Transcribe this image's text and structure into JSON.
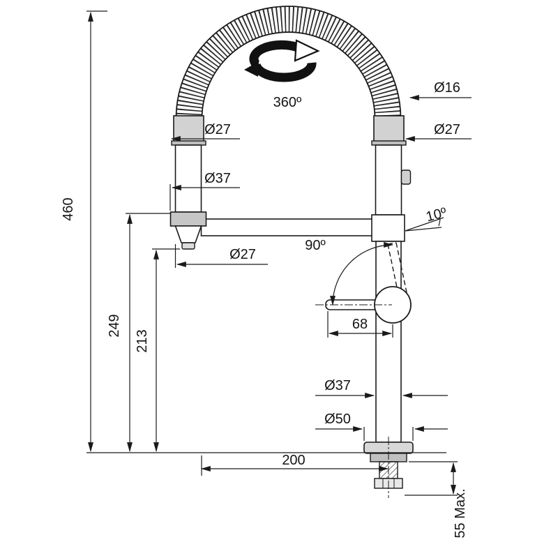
{
  "page": {
    "background": "#ffffff",
    "line_color": "#1a1a1a",
    "fill_light": "#d2d2d2",
    "fill_mid": "#c0c0c0"
  },
  "drawing": {
    "type": "technical-dimension-diagram",
    "subject": "kitchen-faucet-with-spring-spout",
    "labels": {
      "total_height": "460",
      "spout_height": "249",
      "outlet_height": "213",
      "reach": "200",
      "lever_length": "68",
      "deck_max": "55 Max.",
      "hose_diameter": "Ø16",
      "column_diameter": "Ø27",
      "head_diameter": "Ø27",
      "holder_diameter": "Ø37",
      "outlet_diameter": "Ø27",
      "body_diameter": "Ø37",
      "base_diameter": "Ø50",
      "rotation_angle": "360º",
      "tilt_angle": "10º",
      "lever_angle": "90º"
    }
  }
}
